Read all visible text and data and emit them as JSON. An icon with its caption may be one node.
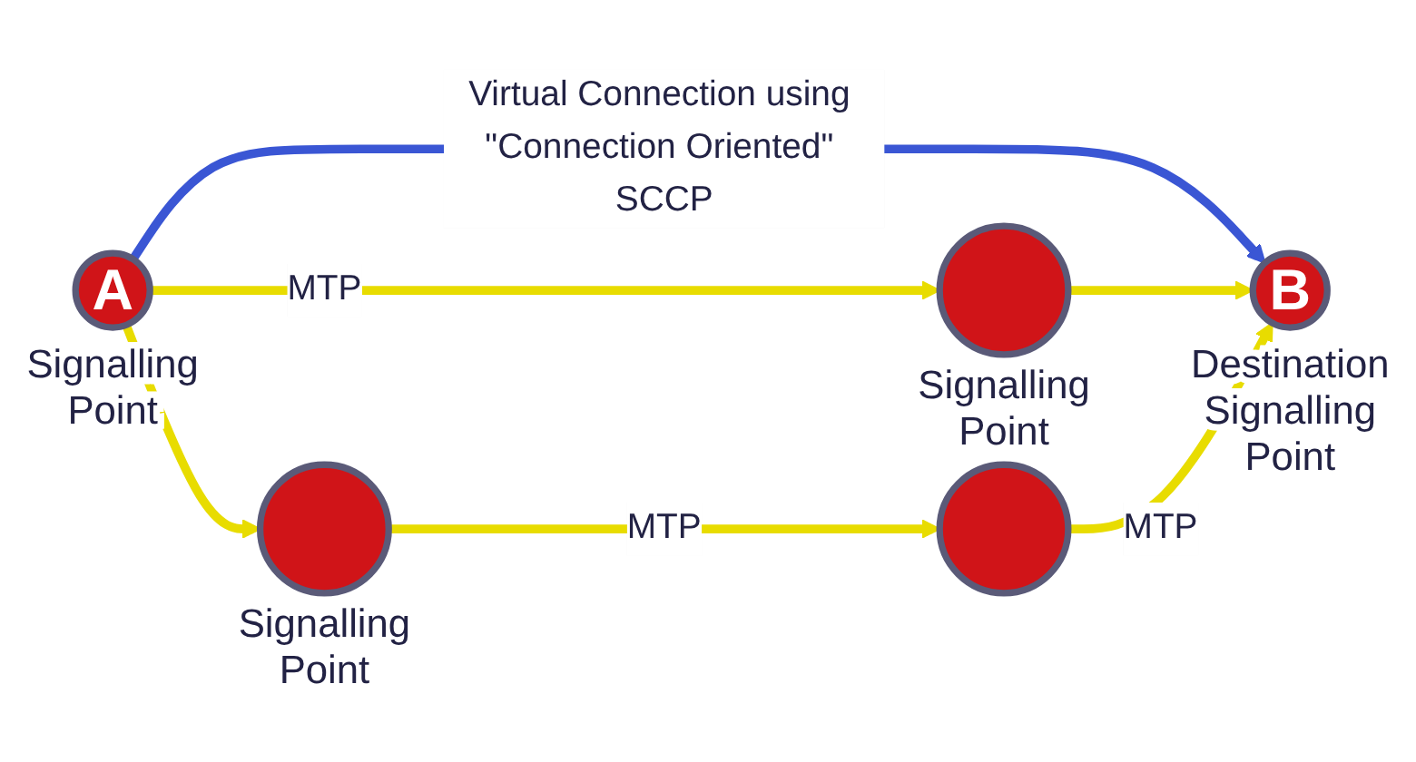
{
  "diagram": {
    "nodes": [
      {
        "text": [
          "A"
        ],
        "beside": [
          "Signalling Point"
        ]
      },
      {
        "text": [],
        "shape": "circle",
        "beside": [
          "Signalling Point"
        ]
      },
      {
        "text": [],
        "shape": "circle",
        "beside": [
          "Signalling Point"
        ]
      },
      {
        "text": [],
        "shape": "circle"
      },
      {
        "text": [
          "B"
        ],
        "beside": [
          "Destination Signalling Point"
        ]
      }
    ],
    "edges": [
      {
        "from": 0,
        "to": 4,
        "arrow": "to",
        "color": "#3a56d4",
        "label": "Virtual Connection using \"Connection Oriented\" SCCP"
      },
      {
        "from": 0,
        "to": 1,
        "arrow": "to",
        "label": "MTP"
      },
      {
        "from": 0,
        "to": 2,
        "arrow": "to"
      },
      {
        "from": 1,
        "to": 4,
        "arrow": "to"
      },
      {
        "from": 2,
        "to": 3,
        "arrow": "to",
        "label": "MTP"
      },
      {
        "from": 3,
        "to": 4,
        "arrow": "to",
        "label": "MTP"
      }
    ]
  }
}
